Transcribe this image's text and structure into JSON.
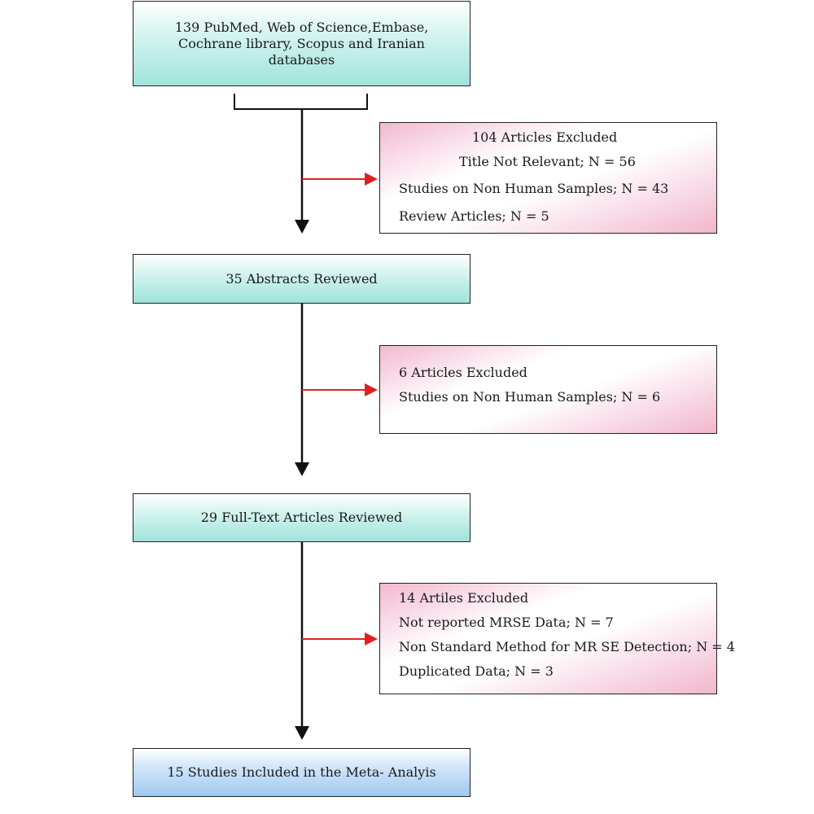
{
  "colors": {
    "teal_box": "#9fe3dc",
    "blue_box": "#9fc9f1",
    "pink_box": "#f1b6cd",
    "arrow_main": "#111111",
    "arrow_exclusion": "#e02020"
  },
  "flow": {
    "identified": "139 PubMed, Web of Science,Embase, Cochrane library, Scopus and Iranian databases",
    "abstracts_reviewed": "35 Abstracts Reviewed",
    "fulltext_reviewed": "29 Full-Text Articles Reviewed",
    "included": "15 Studies Included in the Meta- Analyis"
  },
  "exclusions": {
    "first": {
      "title": "104 Articles Excluded",
      "items": [
        "Title Not Relevant; N = 56",
        "Studies on Non Human Samples; N = 43",
        "Review Articles; N = 5"
      ]
    },
    "second": {
      "title": "6 Articles Excluded",
      "items": [
        "Studies on Non Human Samples; N = 6"
      ]
    },
    "third": {
      "title": "14 Artiles Excluded",
      "items": [
        "Not reported MRSE  Data; N = 7",
        "Non Standard Method for MR SE Detection; N = 4",
        "Duplicated Data; N = 3"
      ]
    }
  }
}
